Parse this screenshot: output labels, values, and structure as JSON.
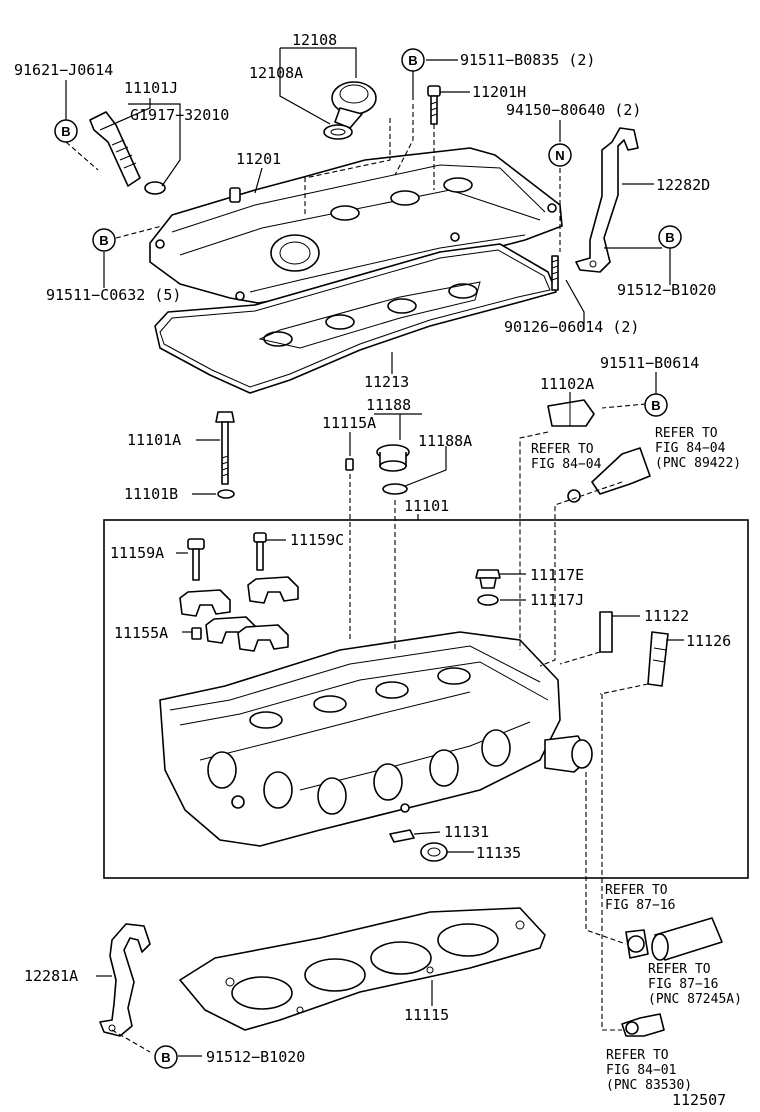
{
  "labels": {
    "p91621": "91621−J0614",
    "p12108": "12108",
    "p12108a": "12108A",
    "p91511b0835": "91511−B0835 (2)",
    "p11101j": "11101J",
    "pg1917": "G1917−32010",
    "p11201h": "11201H",
    "p94150": "94150−80640 (2)",
    "p11201": "11201",
    "p12282d": "12282D",
    "p91511c0632": "91511−C0632 (5)",
    "p91512b1020a": "91512−B1020",
    "p90126": "90126−06014 (2)",
    "p11213": "11213",
    "p91511b0614": "91511−B0614",
    "p11102a": "11102A",
    "p11188": "11188",
    "p11115a": "11115A",
    "p11188a": "11188A",
    "p11101a": "11101A",
    "p11101b": "11101B",
    "p11101": "11101",
    "p11159a": "11159A",
    "p11159c": "11159C",
    "p11117e": "11117E",
    "p11117j": "11117J",
    "p11122": "11122",
    "p11155a": "11155A",
    "p11126": "11126",
    "p11131": "11131",
    "p11135": "11135",
    "p12281a": "12281A",
    "p11115": "11115",
    "p91512b1020b": "91512−B1020",
    "fig_id": "112507"
  },
  "refs": {
    "r1_l1": "REFER TO",
    "r1_l2": "FIG 84−04",
    "r2_l1": "REFER TO",
    "r2_l2": "FIG 84−04",
    "r2_l3": "(PNC 89422)",
    "r3_l1": "REFER TO",
    "r3_l2": "FIG 87−16",
    "r4_l1": "REFER TO",
    "r4_l2": "FIG 87−16",
    "r4_l3": "(PNC 87245A)",
    "r5_l1": "REFER TO",
    "r5_l2": "FIG 84−01",
    "r5_l3": "(PNC 83530)"
  },
  "circle_marks": {
    "b": "B",
    "n": "N"
  }
}
